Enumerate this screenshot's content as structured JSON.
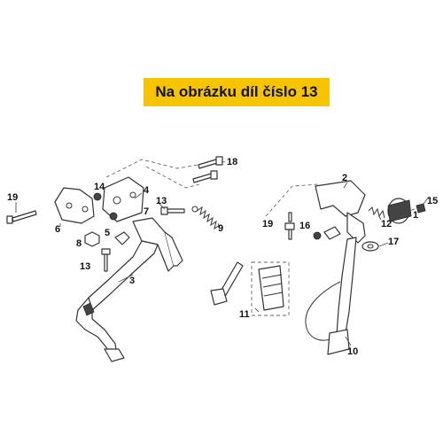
{
  "banner": {
    "text": "Na obrázku díl číslo 13",
    "color": "#f6c500"
  },
  "callouts": [
    "1",
    "2",
    "3",
    "4",
    "5",
    "6",
    "7",
    "8",
    "9",
    "10",
    "11",
    "12",
    "13",
    "13",
    "14",
    "15",
    "16",
    "17",
    "18",
    "19",
    "19"
  ]
}
